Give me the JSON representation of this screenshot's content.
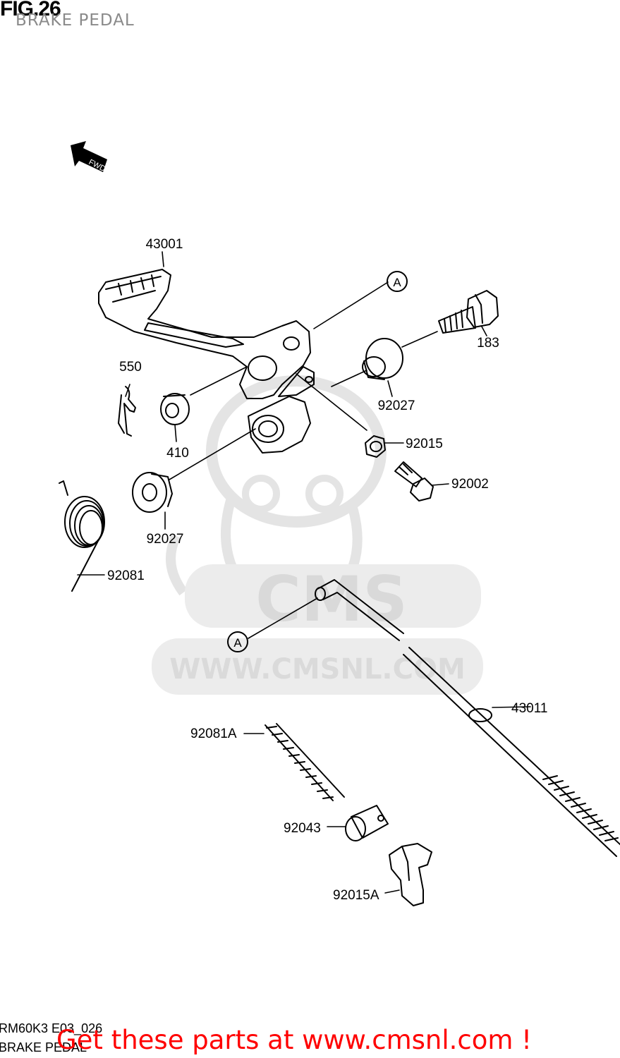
{
  "figure": {
    "title": "FIG.26",
    "subtitle": "BRAKE PEDAL",
    "footer_code": "RM60K3 E03_026",
    "footer_name": "BRAKE PEDAL",
    "promo_text": "Get these parts at www.cmsnl.com !"
  },
  "direction_marker": "FWD",
  "watermark": {
    "brand": "CMS",
    "url": "WWW.CMSNL.COM"
  },
  "reference_marks": [
    "A",
    "A"
  ],
  "parts": [
    {
      "id": "43001",
      "label": "43001"
    },
    {
      "id": "183",
      "label": "183"
    },
    {
      "id": "550",
      "label": "550"
    },
    {
      "id": "92027a",
      "label": "92027"
    },
    {
      "id": "410",
      "label": "410"
    },
    {
      "id": "92015",
      "label": "92015"
    },
    {
      "id": "92002",
      "label": "92002"
    },
    {
      "id": "92027b",
      "label": "92027"
    },
    {
      "id": "92081",
      "label": "92081"
    },
    {
      "id": "43011",
      "label": "43011"
    },
    {
      "id": "92081A",
      "label": "92081A"
    },
    {
      "id": "92043",
      "label": "92043"
    },
    {
      "id": "92015A",
      "label": "92015A"
    }
  ],
  "colors": {
    "line": "#000000",
    "watermark": "#e6e6e6",
    "promo": "#ff0000",
    "subtitle": "#8a8a8a"
  }
}
